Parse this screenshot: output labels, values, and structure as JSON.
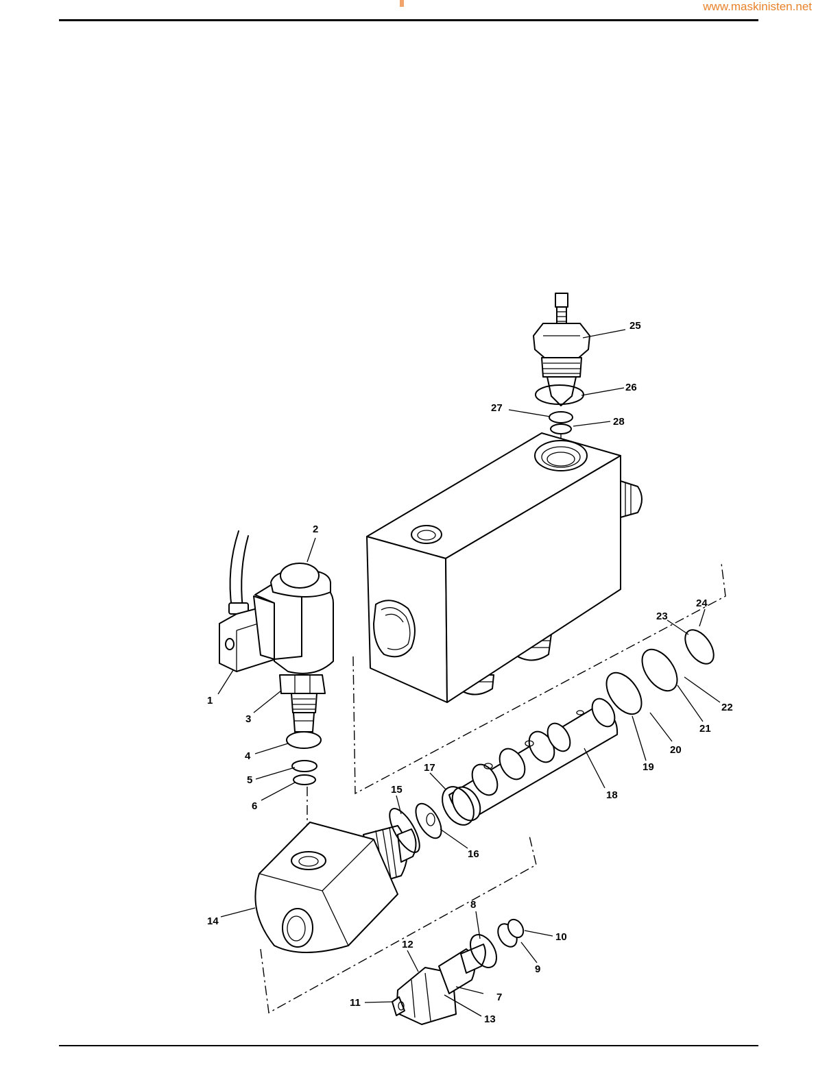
{
  "header": {
    "watermark": "www.maskinisten.net"
  },
  "diagram": {
    "part_labels": [
      "1",
      "2",
      "3",
      "4",
      "5",
      "6",
      "7",
      "8",
      "9",
      "10",
      "11",
      "12",
      "13",
      "14",
      "15",
      "16",
      "17",
      "18",
      "19",
      "20",
      "21",
      "22",
      "23",
      "24",
      "25",
      "26",
      "27",
      "28"
    ]
  }
}
